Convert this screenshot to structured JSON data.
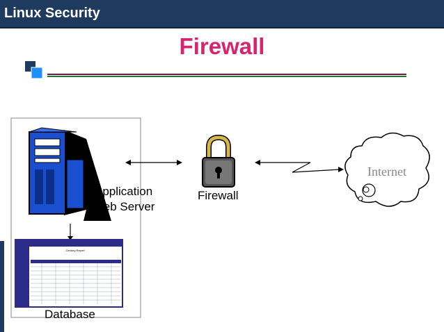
{
  "header": {
    "title": "Linux Security"
  },
  "slide": {
    "title": "Firewall"
  },
  "diagram": {
    "app_server_label_line1": "Application",
    "app_server_label_line2": "Web Server",
    "firewall_label": "Firewall",
    "database_label": "Database",
    "internet_label": "Internet",
    "report_title": "Century Report"
  },
  "colors": {
    "header_bg": "#1e3a5f",
    "title_color": "#d6246e",
    "server_blue": "#1a4fd0",
    "report_blue": "#2b2b8a"
  }
}
